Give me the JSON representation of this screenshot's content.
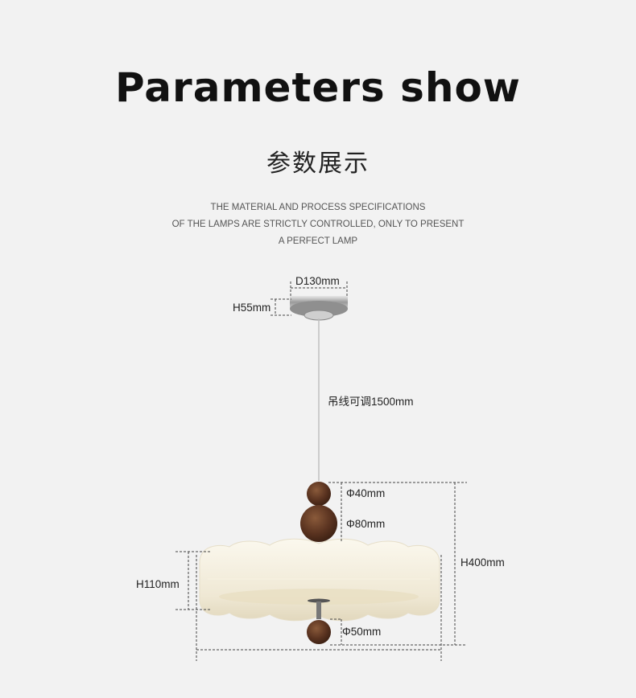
{
  "header": {
    "title": "Parameters show",
    "subtitle_cn": "参数展示",
    "description_lines": [
      "THE MATERIAL AND PROCESS SPECIFICATIONS",
      "OF THE LAMPS ARE STRICTLY CONTROLLED, ONLY TO PRESENT",
      "A PERFECT LAMP"
    ]
  },
  "dimensions": {
    "canopy_diameter": "D130mm",
    "canopy_height": "H55mm",
    "cable_length": "吊线可调1500mm",
    "ball_small": "Φ40mm",
    "ball_large": "Φ80mm",
    "total_height": "H400mm",
    "shade_height": "H110mm",
    "bottom_ball": "Φ50mm"
  },
  "colors": {
    "background": "#f2f2f2",
    "shade": "#f4efdf",
    "wood": "#5a3320",
    "chrome": "#b9b9b9",
    "dim_line": "#444444"
  }
}
